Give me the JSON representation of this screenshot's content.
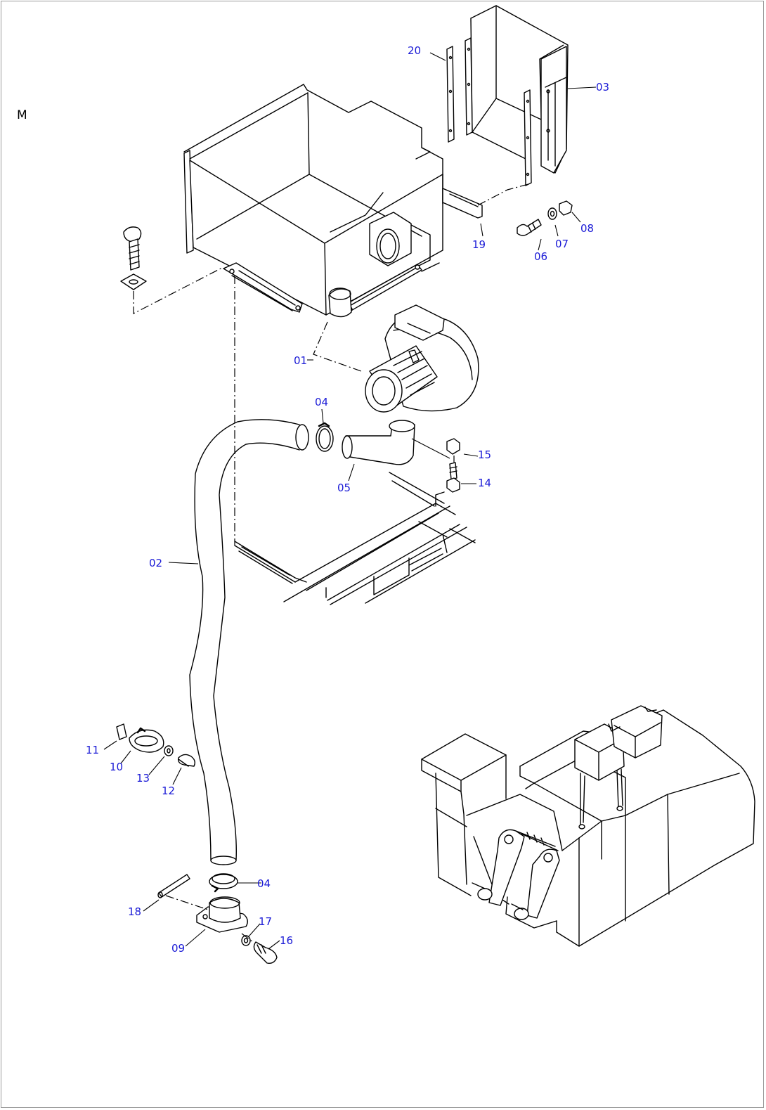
{
  "section_label": "M",
  "callouts": {
    "p01": "01",
    "p02": "02",
    "p03": "03",
    "p04a": "04",
    "p04b": "04",
    "p05": "05",
    "p06": "06",
    "p07": "07",
    "p08": "08",
    "p09": "09",
    "p10": "10",
    "p11": "11",
    "p12": "12",
    "p13": "13",
    "p14": "14",
    "p15": "15",
    "p16": "16",
    "p17": "17",
    "p18": "18",
    "p19": "19",
    "p20": "20"
  },
  "colors": {
    "callout_text": "#1a1ad6",
    "line_art": "#000000",
    "frame": "#9a9a9a"
  }
}
